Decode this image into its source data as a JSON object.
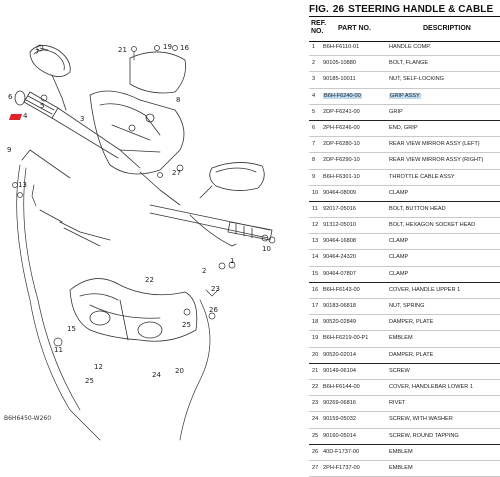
{
  "figure": {
    "label": "FIG.",
    "number": "26",
    "name": "STEERING HANDLE & CABLE",
    "diagram_code": "B6H6450-W260"
  },
  "table": {
    "headers": {
      "ref_no": "REF.\nNO.",
      "part_no": "PART NO.",
      "description": "DESCRIPTION"
    },
    "rows": [
      {
        "ref": "1",
        "part": "B6H-F6110-01",
        "desc": "HANDLE COMP."
      },
      {
        "ref": "2",
        "part": "90105-10880",
        "desc": "BOLT, FLANGE"
      },
      {
        "ref": "3",
        "part": "90185-10011",
        "desc": "NUT, SELF-LOCKING"
      },
      {
        "ref": "4",
        "part": "B6H-F6240-00",
        "desc": "GRIP ASSY",
        "selected": true
      },
      {
        "ref": "5",
        "part": "2DP-F6241-00",
        "desc": "GRIP",
        "group_end": true
      },
      {
        "ref": "6",
        "part": "2PH-F6246-00",
        "desc": "END, GRIP"
      },
      {
        "ref": "7",
        "part": "2DP-F6280-10",
        "desc": "REAR VIEW MIRROR ASSY (LEFT)"
      },
      {
        "ref": "8",
        "part": "2DP-F6290-10",
        "desc": "REAR VIEW MIRROR ASSY (RIGHT)"
      },
      {
        "ref": "9",
        "part": "B6H-F6301-10",
        "desc": "THROTTLE CABLE ASSY"
      },
      {
        "ref": "10",
        "part": "90464-08009",
        "desc": "CLAMP",
        "group_end": true
      },
      {
        "ref": "11",
        "part": "92017-05016",
        "desc": "BOLT, BUTTON HEAD"
      },
      {
        "ref": "12",
        "part": "91312-05010",
        "desc": "BOLT, HEXAGON SOCKET HEAD"
      },
      {
        "ref": "13",
        "part": "90464-16808",
        "desc": "CLAMP"
      },
      {
        "ref": "14",
        "part": "90464-24320",
        "desc": "CLAMP"
      },
      {
        "ref": "15",
        "part": "90464-07807",
        "desc": "CLAMP",
        "group_end": true
      },
      {
        "ref": "16",
        "part": "B6H-F6143-00",
        "desc": "COVER, HANDLE UPPER 1"
      },
      {
        "ref": "17",
        "part": "90183-06818",
        "desc": "NUT, SPRING"
      },
      {
        "ref": "18",
        "part": "90520-02849",
        "desc": "DAMPER, PLATE"
      },
      {
        "ref": "19",
        "part": "B6H-F6219-00-P1",
        "desc": "EMBLEM"
      },
      {
        "ref": "20",
        "part": "90520-02014",
        "desc": "DAMPER, PLATE",
        "group_end": true
      },
      {
        "ref": "21",
        "part": "90149-06104",
        "desc": "SCREW"
      },
      {
        "ref": "22",
        "part": "B6H-F6144-00",
        "desc": "COVER, HANDLEBAR LOWER 1"
      },
      {
        "ref": "23",
        "part": "90269-06816",
        "desc": "RIVET"
      },
      {
        "ref": "24",
        "part": "90159-05032",
        "desc": "SCREW, WITH WASHER"
      },
      {
        "ref": "25",
        "part": "90160-05014",
        "desc": "SCREW, ROUND TAPPING",
        "group_end": true
      },
      {
        "ref": "26",
        "part": "40D-F1737-00",
        "desc": "EMBLEM"
      },
      {
        "ref": "27",
        "part": "2PH-F1737-00",
        "desc": "EMBLEM"
      }
    ]
  },
  "callouts": [
    {
      "id": "c21",
      "text": "21"
    },
    {
      "id": "c19",
      "text": "19"
    },
    {
      "id": "c16",
      "text": "16"
    },
    {
      "id": "c8",
      "text": "8"
    },
    {
      "id": "c6",
      "text": "6"
    },
    {
      "id": "c5",
      "text": "5"
    },
    {
      "id": "c3",
      "text": "3"
    },
    {
      "id": "c4",
      "text": "4"
    },
    {
      "id": "c27",
      "text": "27"
    },
    {
      "id": "c13",
      "text": "13"
    },
    {
      "id": "c7",
      "text": "7"
    },
    {
      "id": "c9",
      "text": "9"
    },
    {
      "id": "c1",
      "text": "1"
    },
    {
      "id": "c10",
      "text": "10"
    },
    {
      "id": "c23",
      "text": "23"
    },
    {
      "id": "c26",
      "text": "26"
    },
    {
      "id": "c25",
      "text": "25"
    },
    {
      "id": "c2",
      "text": "2"
    },
    {
      "id": "c24",
      "text": "24"
    },
    {
      "id": "c20",
      "text": "20"
    },
    {
      "id": "c12",
      "text": "12"
    },
    {
      "id": "c15",
      "text": "15"
    },
    {
      "id": "c11",
      "text": "11"
    },
    {
      "id": "c22",
      "text": "22"
    },
    {
      "id": "c25b",
      "text": "25"
    }
  ],
  "colors": {
    "highlight_marker": "#e0232a",
    "selected_row": "#bcd9f0"
  }
}
